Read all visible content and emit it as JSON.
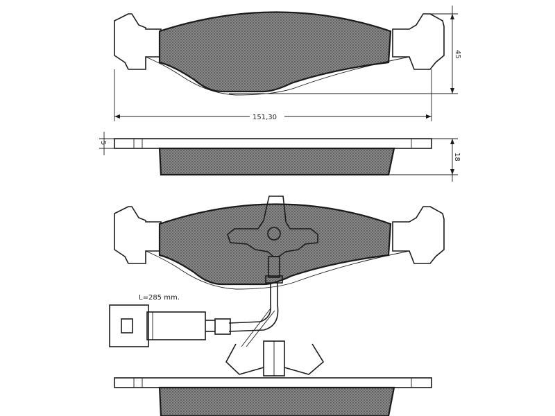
{
  "dimensions": {
    "width_label": "151,30",
    "height_label": "45",
    "backing_label": "5",
    "thickness_label": "18"
  },
  "wear_sensor": {
    "cable_length_label": "L=285  mm."
  }
}
